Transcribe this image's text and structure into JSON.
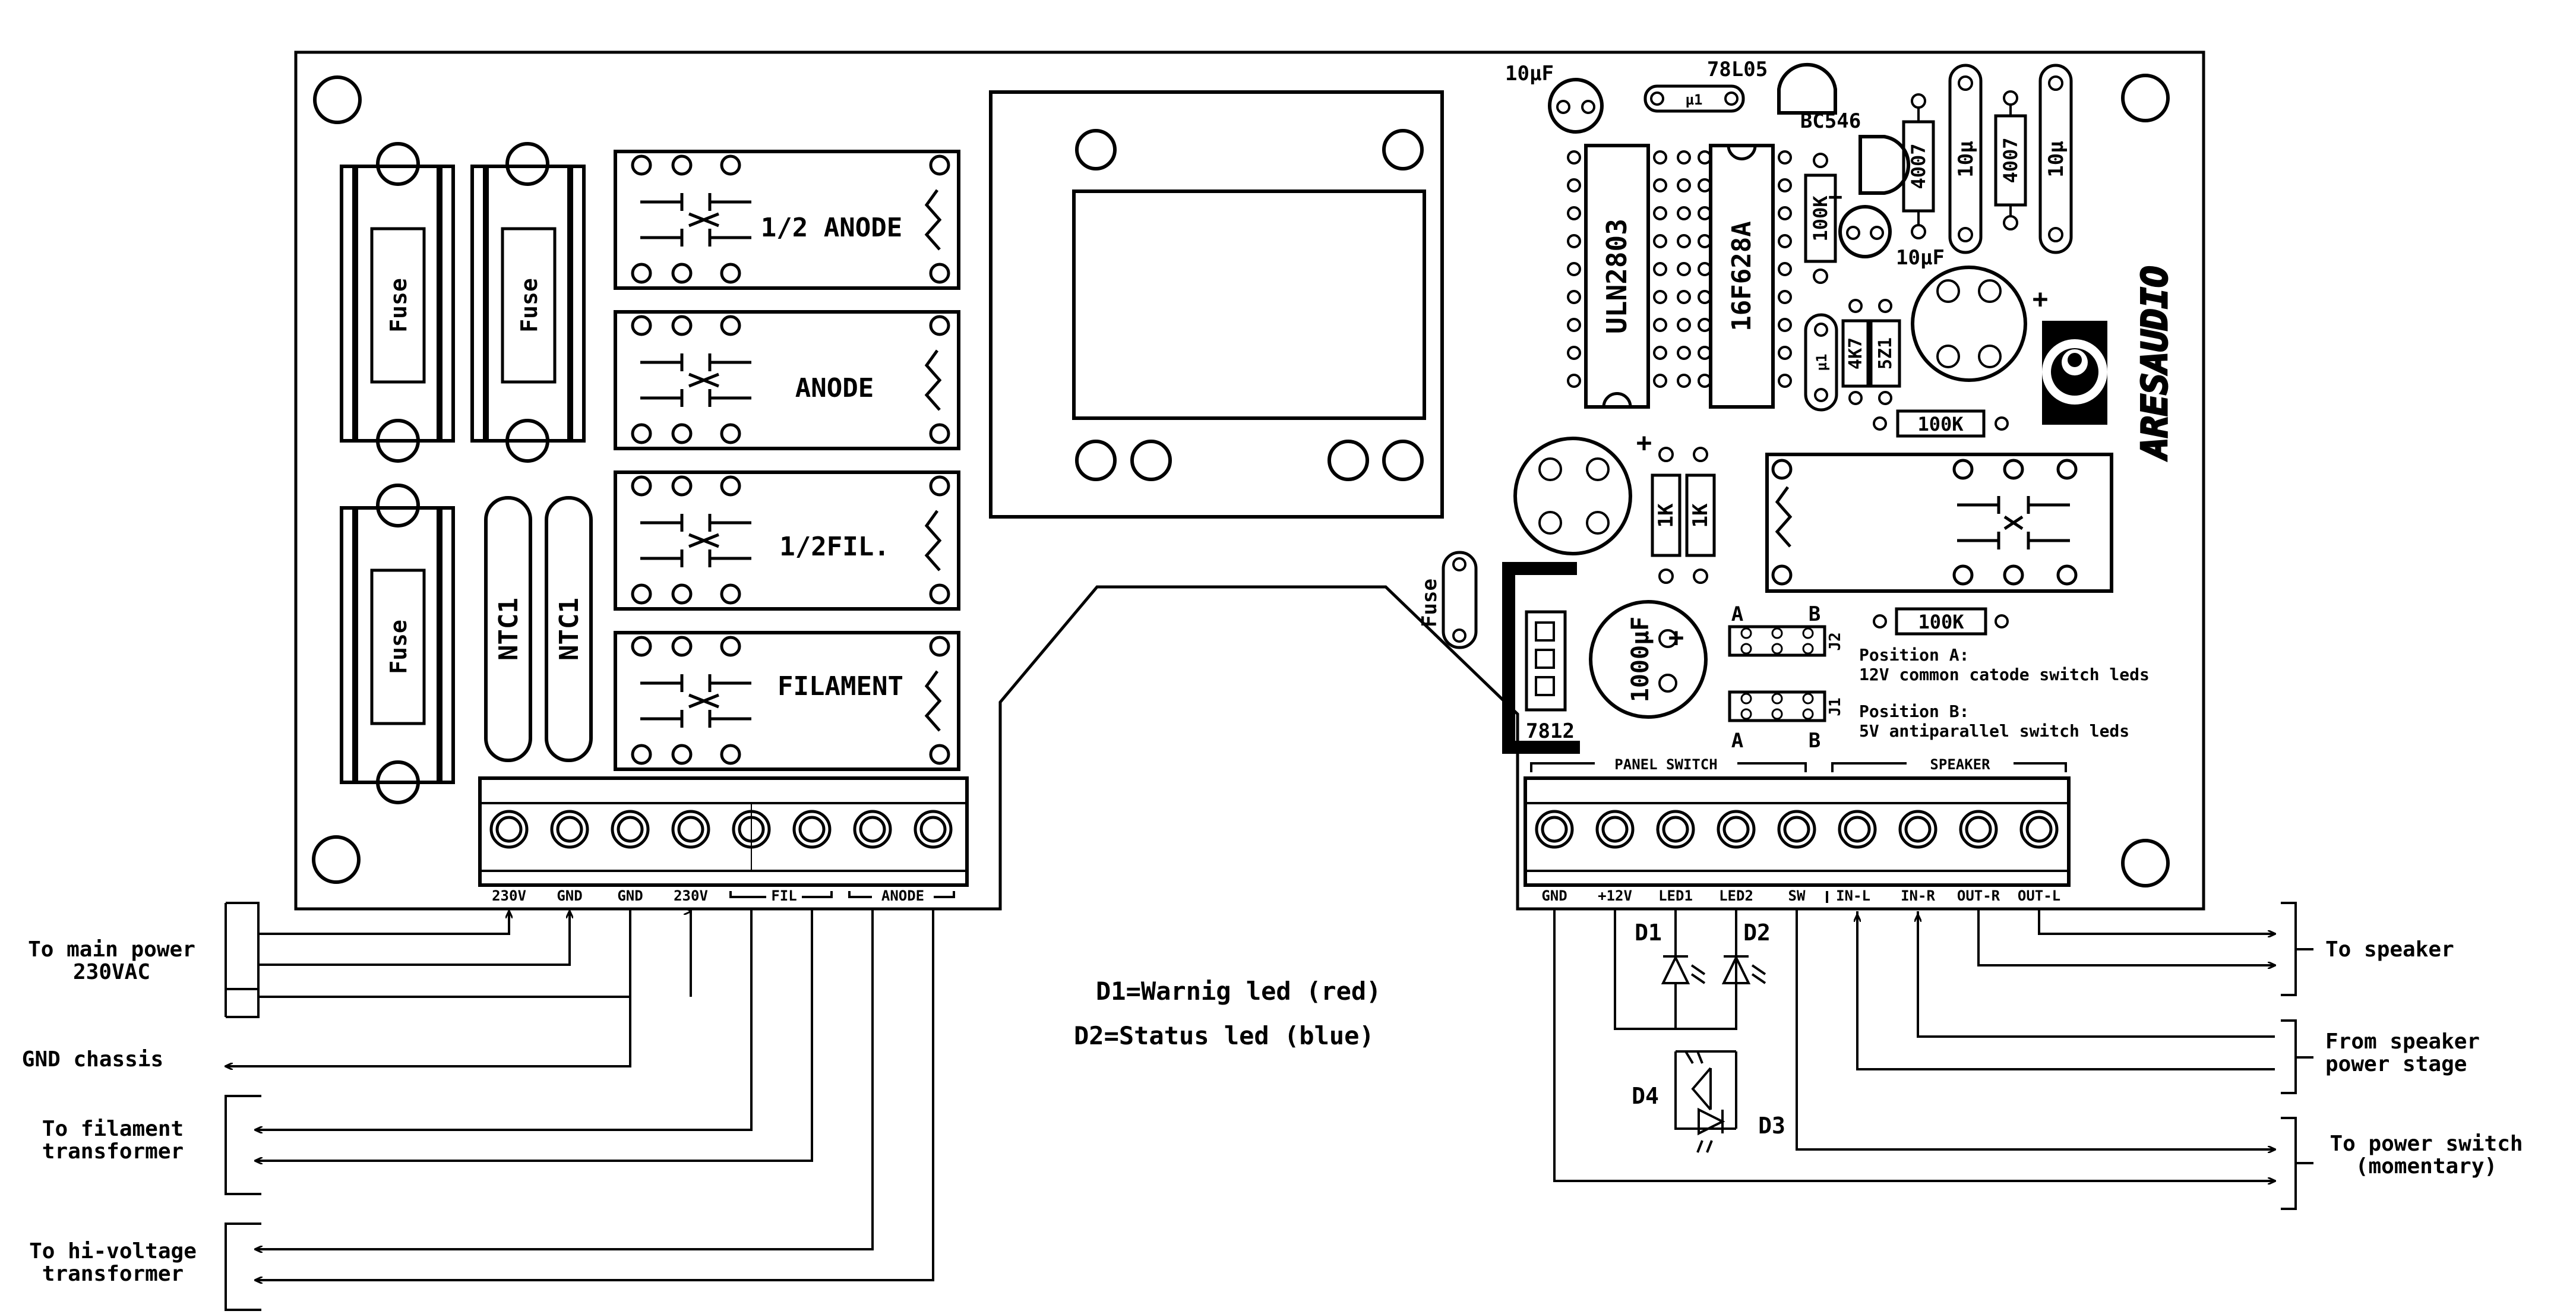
{
  "fuses": {
    "f1": "Fuse",
    "f2": "Fuse",
    "f3": "Fuse",
    "f4": "Fuse"
  },
  "ntc": {
    "n1": "NTC1",
    "n2": "NTC1"
  },
  "relays": {
    "r1": "1/2 ANODE",
    "r2": "ANODE",
    "r3": "1/2FIL.",
    "r4": "FILAMENT"
  },
  "left_terminals": [
    "230V",
    "GND",
    "GND",
    "230V"
  ],
  "left_groups": {
    "fil": "FIL",
    "anode": "ANODE"
  },
  "right_groups": {
    "panel": "PANEL SWITCH",
    "speaker": "SPEAKER"
  },
  "right_terminals": [
    "GND",
    "+12V",
    "LED1",
    "LED2",
    "SW",
    "IN-L",
    "IN-R",
    "OUT-R",
    "OUT-L"
  ],
  "components": {
    "cap1": "10µF",
    "reg1": "78L05",
    "mu1": "µ1",
    "trans": "BC546",
    "d1": "4007",
    "c2": "10µ",
    "d2": "4007",
    "c3": "10µ",
    "ic1": "ULN2803",
    "ic2": "16F628A",
    "r100k1": "100K",
    "cap2": "10µF",
    "r4k7": "4K7",
    "z5v1": "5Z1",
    "mu2": "µ1",
    "r100k2": "100K",
    "r1k1": "1K",
    "r1k2": "1K",
    "r100k3": "100K",
    "cap3": "1000µF",
    "reg2": "7812",
    "j2": "J2",
    "j1": "J1",
    "jA": "A",
    "jB": "B",
    "plus": "+"
  },
  "brand": "ARESAUDIO",
  "positions": {
    "a_title": "Position A:",
    "a_desc": "12V common catode switch leds",
    "b_title": "Position B:",
    "b_desc": "5V antiparallel switch leds"
  },
  "legend": {
    "d1": "D1=Warnig led (red)",
    "d2": "D2=Status led (blue)"
  },
  "leds": {
    "d1": "D1",
    "d2": "D2",
    "d3": "D3",
    "d4": "D4"
  },
  "left_labels": {
    "main1": "To main power",
    "main2": "230VAC",
    "gnd": "GND chassis",
    "fil1": "To filament",
    "fil2": "transformer",
    "hv1": "To hi-voltage",
    "hv2": "transformer"
  },
  "right_labels": {
    "spk": "To speaker",
    "from1": "From speaker",
    "from2": "power stage",
    "pwr1": "To power switch",
    "pwr2": "(momentary)"
  }
}
